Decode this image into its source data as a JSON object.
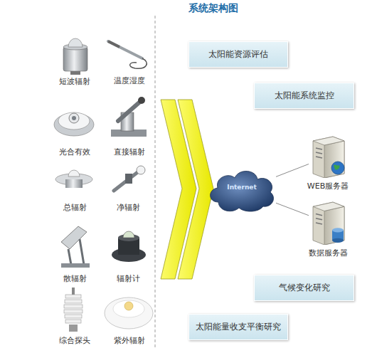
{
  "diagram": {
    "title": "系统架构图",
    "nodes": [
      {
        "text": [
          "太阳能资源评估"
        ]
      },
      {
        "text": [
          "太阳能系统监控"
        ]
      },
      {
        "text": [
          "Internet"
        ]
      },
      {
        "text": [
          "WEB服务器"
        ]
      },
      {
        "text": [
          "数据服务器"
        ]
      },
      {
        "text": [
          "气候变化研究"
        ]
      },
      {
        "text": [
          "太阳能量收支平衡研究"
        ]
      }
    ],
    "edges": [
      {
        "from": 2,
        "to": 3,
        "arrow": "none"
      },
      {
        "from": 2,
        "to": 4,
        "arrow": "none"
      }
    ],
    "labels": [
      "短波辐射",
      "温度湿度",
      "光合有效",
      "直接辐射",
      "总辐射",
      "净辐射",
      "散辐射",
      "辐射计",
      "综合探头",
      "紫外辐射"
    ]
  }
}
